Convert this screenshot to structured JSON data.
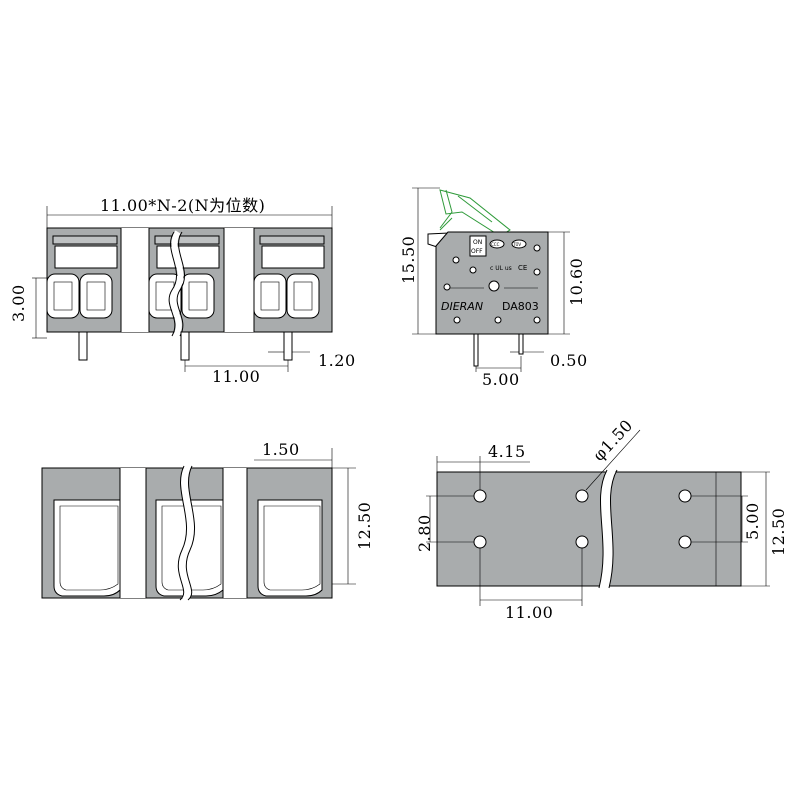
{
  "front_view": {
    "dim_width": "11.00*N-2(N为位数)",
    "dim_height": "3.00",
    "dim_pitch": "11.00",
    "dim_pin": "1.20"
  },
  "side_view": {
    "dim_overall_height": "15.50",
    "dim_body_height": "10.60",
    "dim_pin_spacing": "5.00",
    "dim_pin_width": "0.50",
    "label_on": "ON",
    "label_off": "OFF",
    "brand": "DIERAN",
    "model": "DA803",
    "mark_ce": "CE",
    "mark_tuv": "TÜV",
    "mark_ccc": "CCC",
    "mark_ul": "c UL us"
  },
  "top_view": {
    "dim_thickness": "1.50",
    "dim_depth": "12.50"
  },
  "pcb_layout": {
    "dim_offset": "4.15",
    "dim_hole": "φ1.50",
    "dim_row": "2.80",
    "dim_pitch": "11.00",
    "dim_hole_spacing": "5.00",
    "dim_depth": "12.50"
  },
  "colors": {
    "body": "#a9acad",
    "lever": "#2f9a3a"
  }
}
